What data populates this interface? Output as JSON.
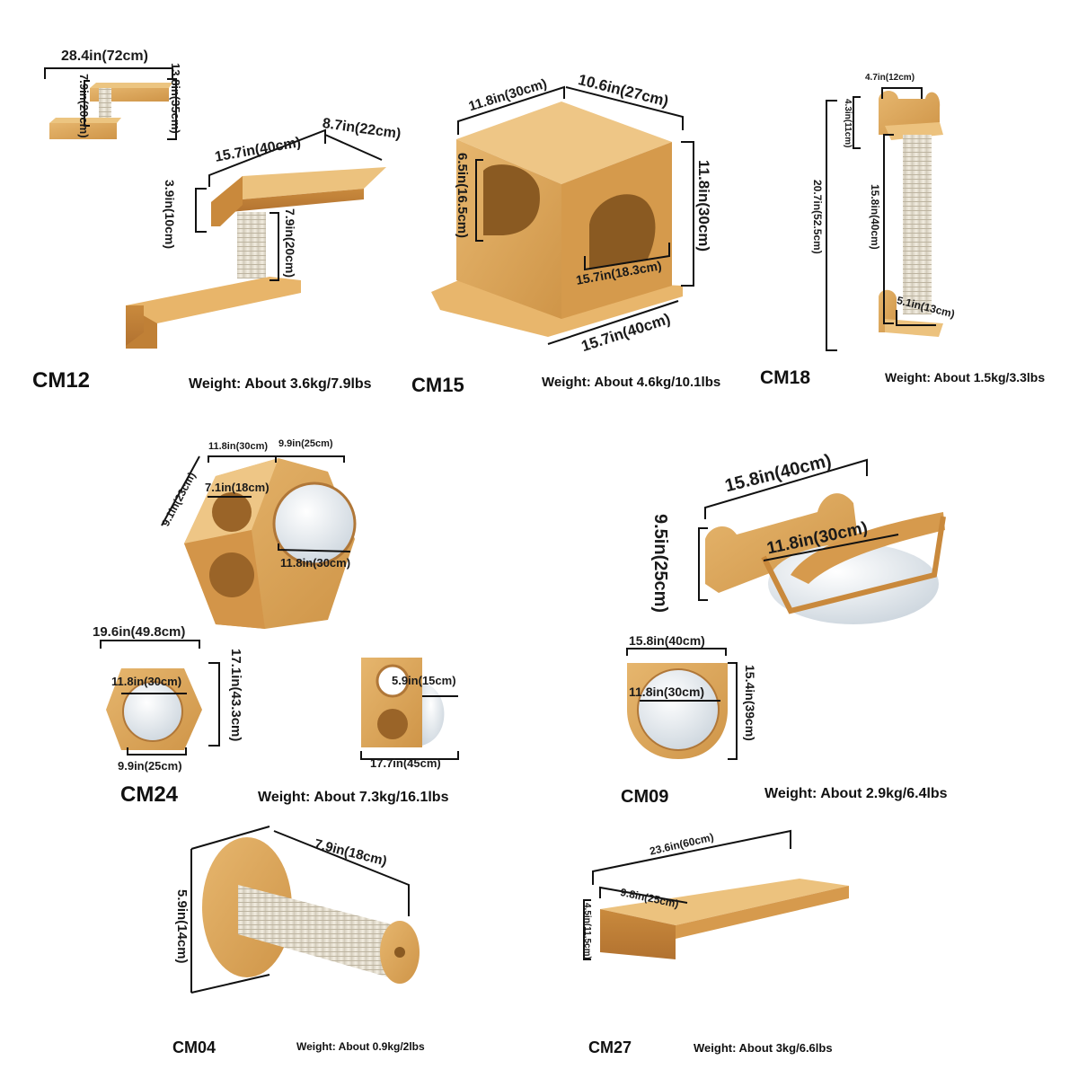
{
  "colors": {
    "wood": "#d9a45a",
    "wood_dark": "#b57a33",
    "wood_light": "#e8bf7c",
    "sisal": "#efe8d8",
    "acrylic": "#e9eef3",
    "dim_line": "#111111"
  },
  "products": {
    "cm12": {
      "code": "CM12",
      "weight": "Weight: About 3.6kg/7.9lbs",
      "dims": {
        "overall_width": "28.4in(72cm)",
        "overall_height": "13.8in(35cm)",
        "inset_height": "7.9in(20cm)",
        "top_length": "15.7in(40cm)",
        "top_depth": "8.7in(22cm)",
        "bracket_height": "3.9in(10cm)",
        "post_height": "7.9in(20cm)"
      }
    },
    "cm15": {
      "code": "CM15",
      "weight": "Weight: About 4.6kg/10.1lbs",
      "dims": {
        "depth": "11.8in(30cm)",
        "width": "10.6in(27cm)",
        "height": "11.8in(30cm)",
        "hole_height": "6.5in(16.5cm)",
        "hole_width": "15.7in(18.3cm)",
        "base_length": "15.7in(40cm)"
      }
    },
    "cm18": {
      "code": "CM18",
      "weight": "Weight: About 1.5kg/3.3lbs",
      "dims": {
        "top_width": "4.7in(12cm)",
        "top_height": "4.3in(11cm)",
        "total_height": "20.7in(52.5cm)",
        "post_height": "15.8in(40cm)",
        "base_width": "5.1in(13cm)"
      }
    },
    "cm24": {
      "code": "CM24",
      "weight": "Weight: About 7.3kg/16.1lbs",
      "dims": {
        "hex_depth": "11.8in(30cm)",
        "hex_side": "9.9in(25cm)",
        "hex_diag": "9.1in(23cm)",
        "small_hole": "7.1in(18cm)",
        "bowl": "11.8in(30cm)",
        "front_width": "19.6in(49.8cm)",
        "front_bowl": "11.8in(30cm)",
        "front_height": "17.1in(43.3cm)",
        "front_base": "9.9in(25cm)",
        "side_hole": "5.9in(15cm)",
        "side_width": "17.7in(45cm)"
      }
    },
    "cm09": {
      "code": "CM09",
      "weight": "Weight: About 2.9kg/6.4lbs",
      "dims": {
        "width": "15.8in(40cm)",
        "height": "9.5in(25cm)",
        "bowl": "11.8in(30cm)",
        "top_width": "15.8in(40cm)",
        "top_bowl": "11.8in(30cm)",
        "top_height": "15.4in(39cm)"
      }
    },
    "cm04": {
      "code": "CM04",
      "weight": "Weight: About 0.9kg/2lbs",
      "dims": {
        "length": "7.9in(18cm)",
        "diameter": "5.9in(14cm)"
      }
    },
    "cm27": {
      "code": "CM27",
      "weight": "Weight: About 3kg/6.6lbs",
      "dims": {
        "length": "23.6in(60cm)",
        "depth": "9.8in(25cm)",
        "height": "4.5in(11.5cm)"
      }
    }
  }
}
